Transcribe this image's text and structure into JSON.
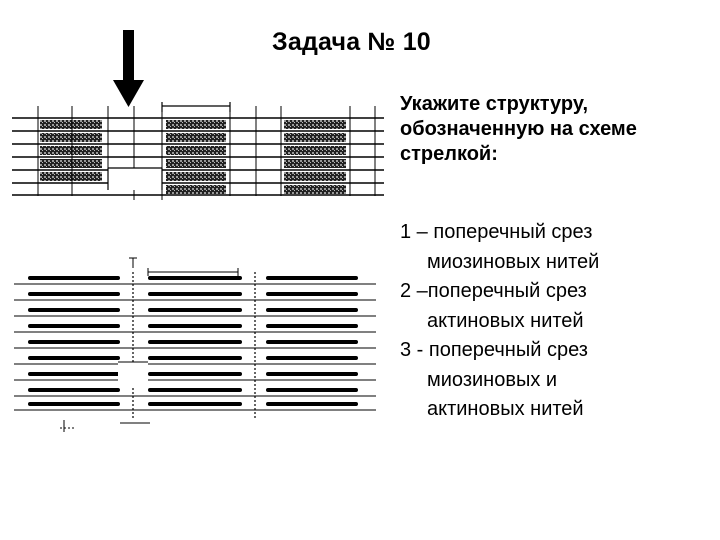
{
  "slide": {
    "title": "Задача № 10",
    "question": "Укажите структуру, обозначенную на схеме стрелкой:",
    "options": [
      {
        "first": "1 – поперечный срез",
        "rest": [
          "миозиновых нитей"
        ]
      },
      {
        "first": "2 –поперечный срез",
        "rest": [
          "актиновых нитей"
        ]
      },
      {
        "first": "3 - поперечный срез",
        "rest": [
          "миозиновых и",
          "актиновых нитей"
        ]
      }
    ]
  },
  "figure": {
    "icon": "down-arrow-icon",
    "colors": {
      "ink": "#000000",
      "paper": "#ffffff",
      "hatch": "#1a1a1a"
    }
  }
}
